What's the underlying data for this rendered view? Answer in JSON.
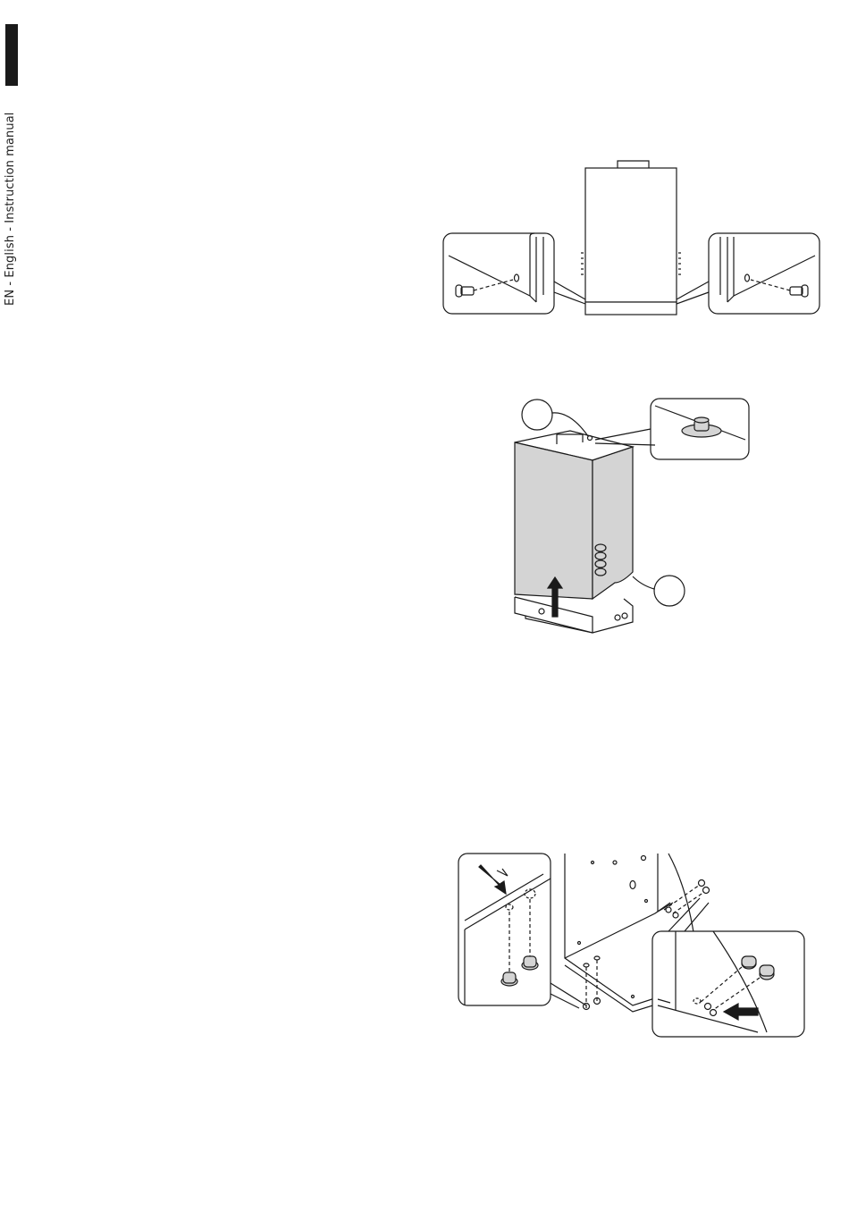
{
  "side_label": "EN - English - Instruction manual",
  "figures": {
    "fig1": {
      "name": "cover-screws-removal"
    },
    "fig2": {
      "name": "cover-lift-off",
      "callout_a": "",
      "callout_b": ""
    },
    "fig3": {
      "name": "feet-removal"
    }
  },
  "colors": {
    "ink": "#1a1a1a",
    "panel_fill": "#d4d4d4",
    "accent_bar": "#1a1a1a"
  }
}
